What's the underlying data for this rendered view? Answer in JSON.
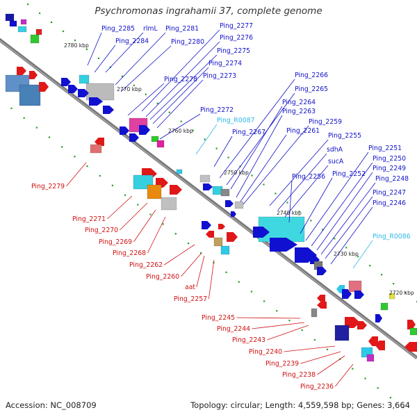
{
  "header": {
    "title": "Psychromonas ingrahamii 37, complete genome"
  },
  "footer": {
    "accession": "Accession: NC_008709",
    "topology": "Topology: circular; Length: 4,559,598 bp; Genes: 3,664"
  },
  "ruler": {
    "kbp_labels": [
      "2780 kbp",
      "2770 kbp",
      "2760 kbp",
      "2750 kbp",
      "2740 kbp",
      "2730 kbp",
      "2720 kbp"
    ]
  },
  "genes_top": [
    "Ping_2285",
    "rlmL",
    "Ping_2281",
    "Ping_2277",
    "Ping_2284",
    "Ping_2276",
    "Ping_2280",
    "Ping_2275",
    "Ping_2274",
    "Ping_2278",
    "Ping_2273",
    "Ping_2272",
    "Ping_R0087",
    "Ping_2267",
    "Ping_2266",
    "Ping_2265",
    "Ping_2264",
    "Ping_2263",
    "Ping_2261",
    "Ping_2259",
    "Ping_2255",
    "sdhA",
    "sucA",
    "Ping_2256",
    "Ping_2252",
    "Ping_2251",
    "Ping_2250",
    "Ping_2249",
    "Ping_2248",
    "Ping_2247",
    "Ping_2246",
    "Ping_R0086"
  ],
  "genes_bottom": [
    "Ping_2279",
    "Ping_2271",
    "Ping_2270",
    "Ping_2269",
    "Ping_2268",
    "Ping_2262",
    "Ping_2260",
    "aat",
    "Ping_2257",
    "Ping_2245",
    "Ping_2244",
    "Ping_2243",
    "Ping_2240",
    "Ping_2239",
    "Ping_2238",
    "Ping_2236"
  ],
  "colors": {
    "top_label": "#1010c8",
    "rna_label": "#30b8e8",
    "bottom_label": "#d01010",
    "backbone": "#7a7a7a",
    "gene_forward": "#1010d0",
    "gene_reverse": "#e01818",
    "tick": "#2a9a2a"
  }
}
